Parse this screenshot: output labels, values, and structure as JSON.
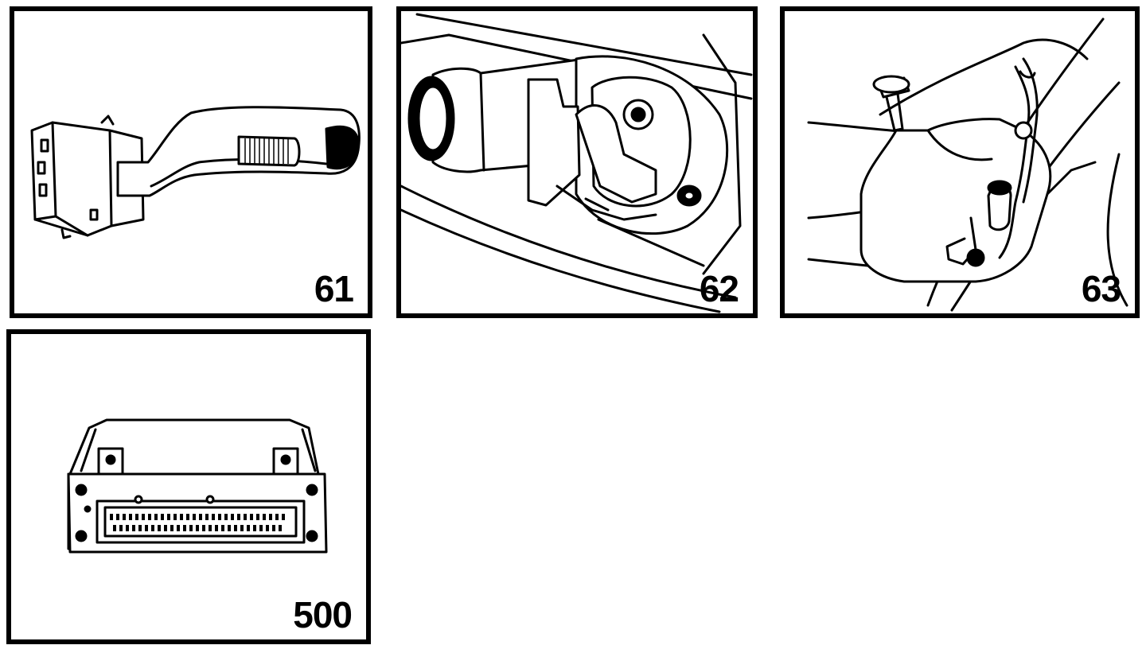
{
  "figures": [
    {
      "number": "61",
      "subject": "turn-signal-wiper-stalk-switch"
    },
    {
      "number": "62",
      "subject": "wiper-motor-assembly"
    },
    {
      "number": "63",
      "subject": "washer-fluid-reservoir"
    },
    {
      "number": "500",
      "subject": "electronic-control-unit"
    }
  ]
}
